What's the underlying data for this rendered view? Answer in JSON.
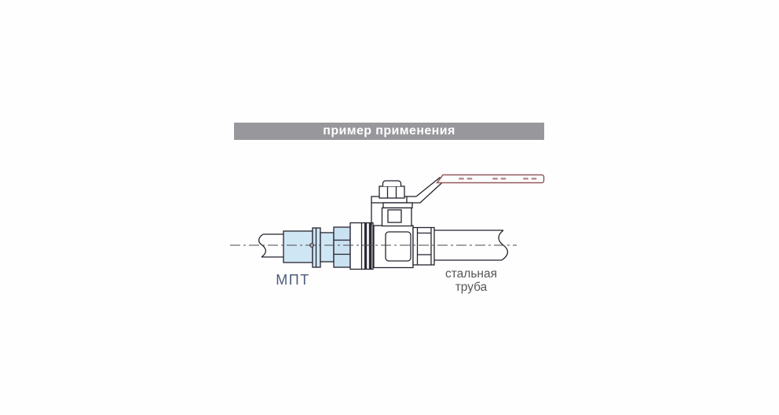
{
  "header": {
    "title": "пример применения",
    "bar_color": "#98979c",
    "text_color": "#ffffff"
  },
  "diagram": {
    "labels": {
      "mpt": "МПТ",
      "steel_pipe_line1": "стальная",
      "steel_pipe_line2": "труба"
    },
    "colors": {
      "outline": "#23232e",
      "fitting_fill": "#cfe6f4",
      "hex_fill": "#c9e1f1",
      "dark_band": "#2a2a35",
      "handle_outline": "#94595c",
      "handle_dash": "#bb9094",
      "centerline": "#4a4a4a",
      "mpt_label_color": "#4d5c7d",
      "steel_label_color": "#56565a"
    }
  }
}
